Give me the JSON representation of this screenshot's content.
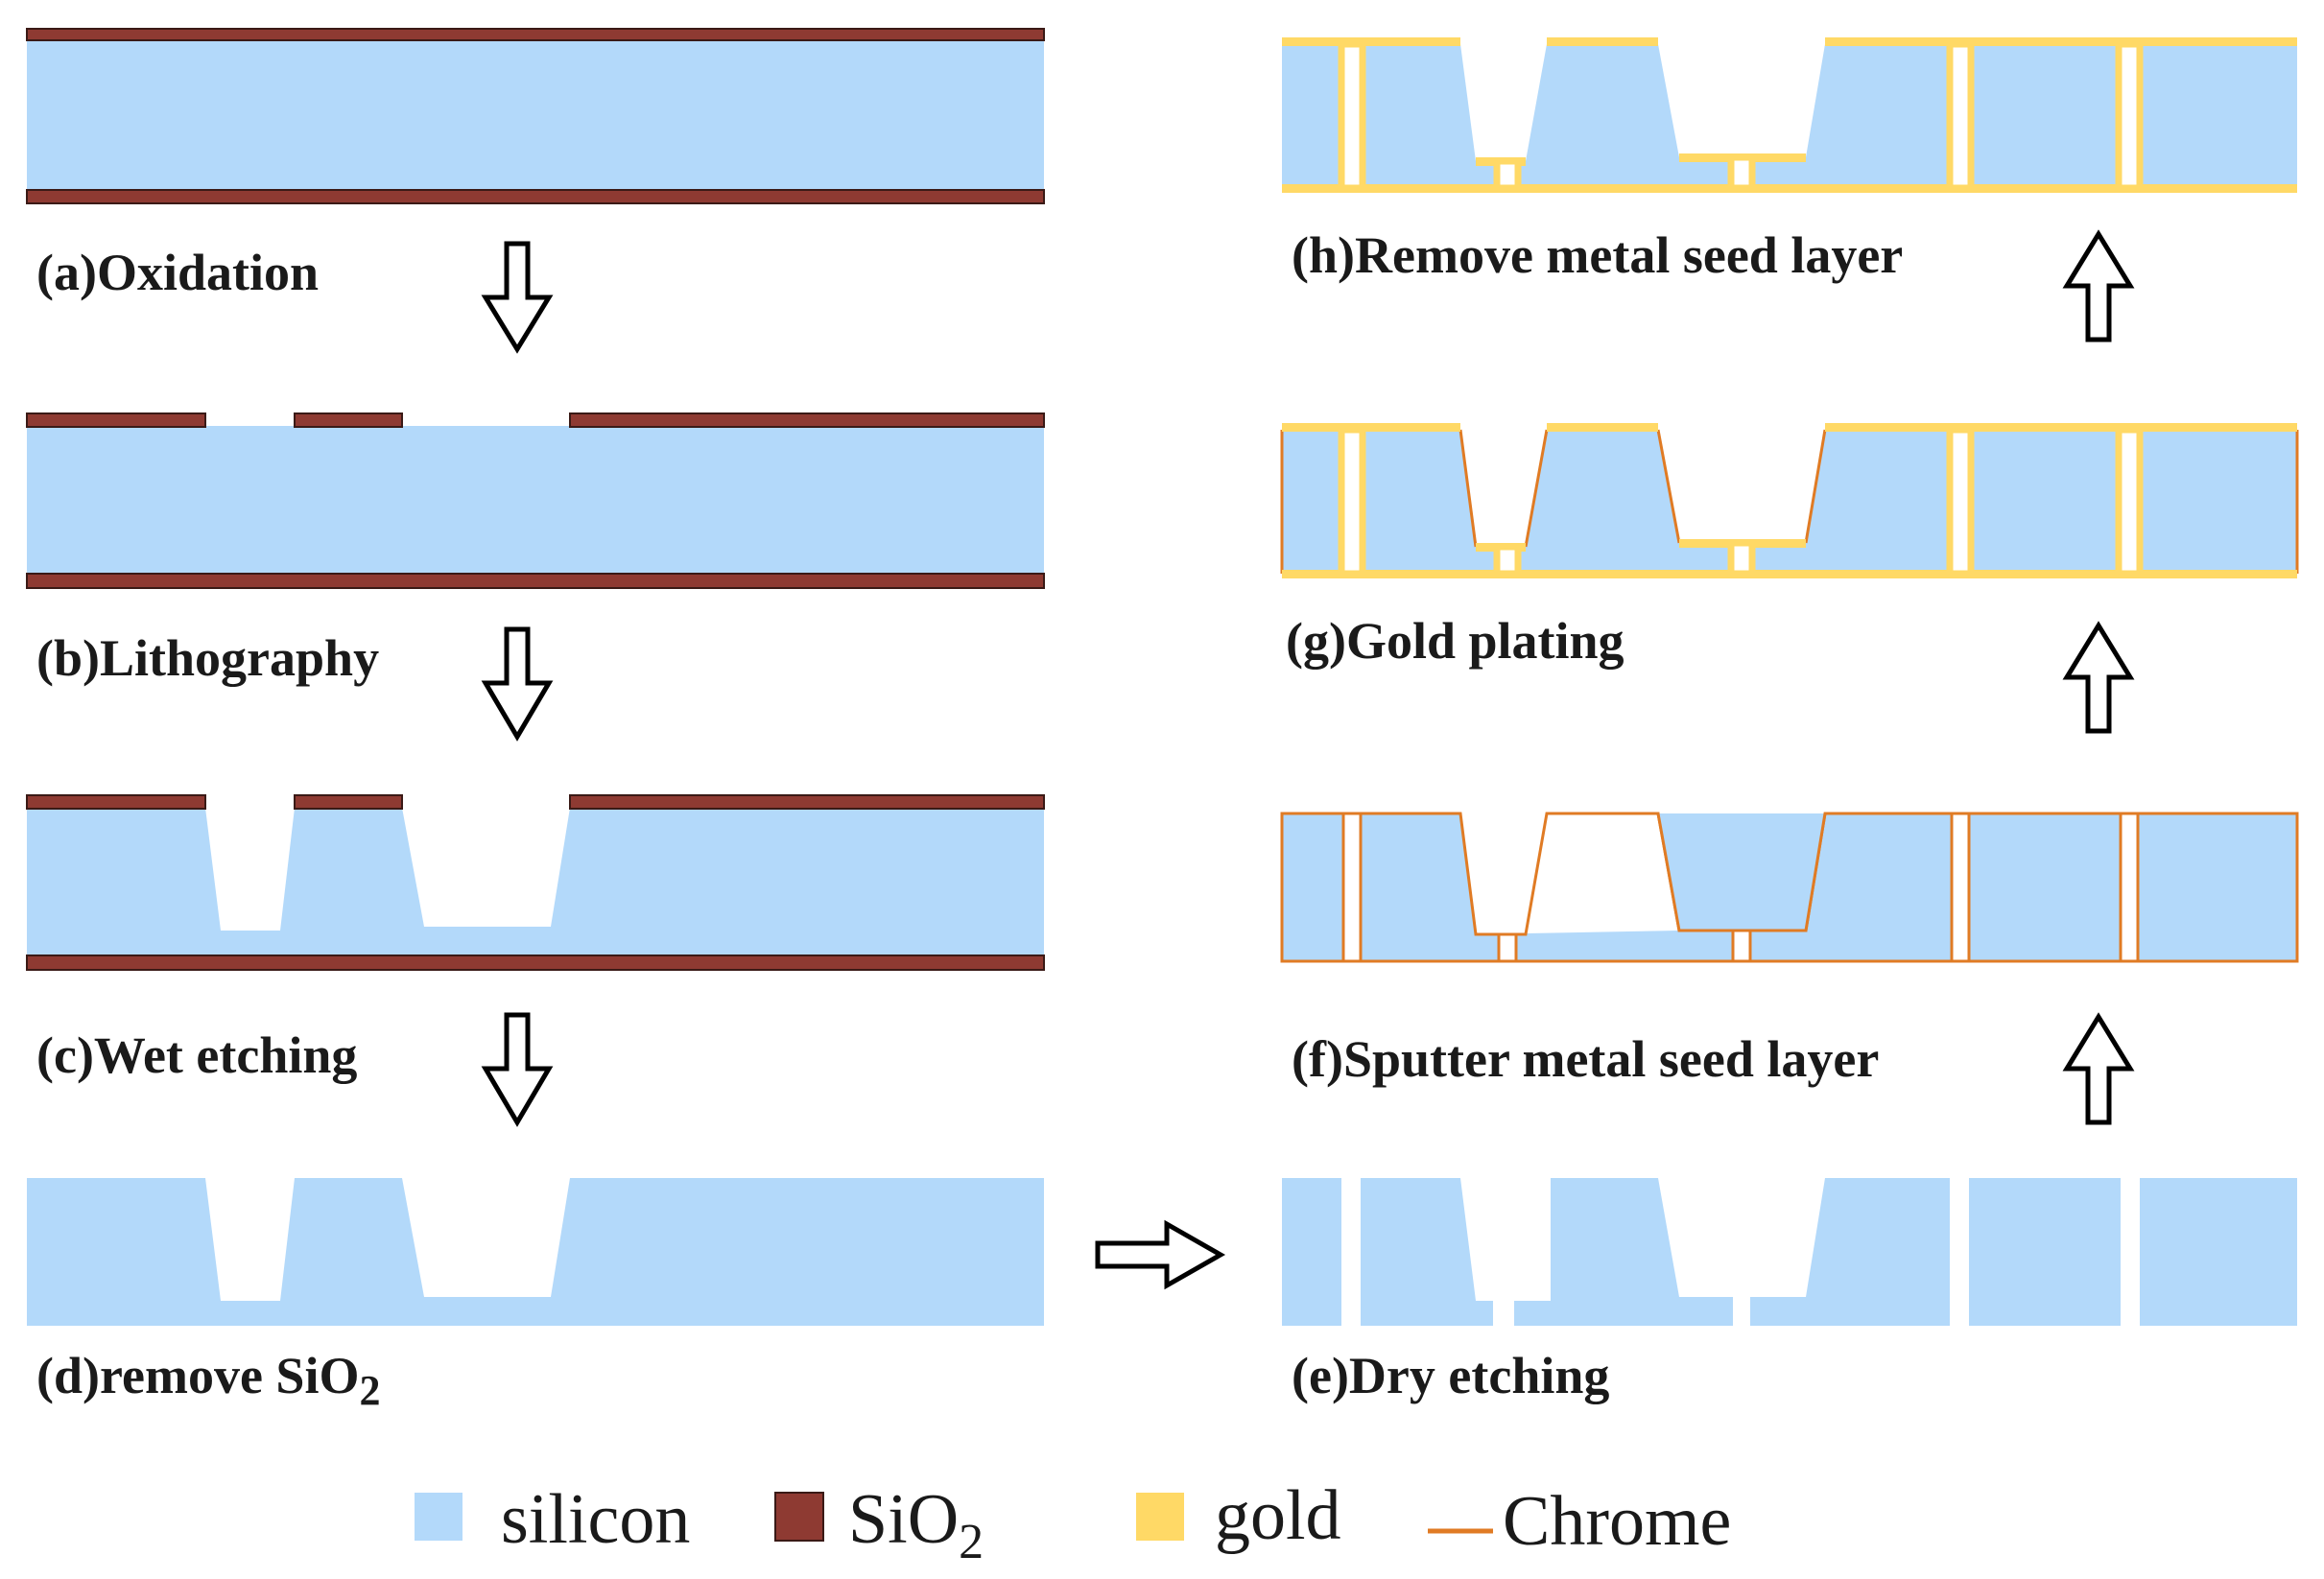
{
  "colors": {
    "silicon": "#b3d9fa",
    "sio2": "#8e3a32",
    "sio2_stroke": "#3a1a16",
    "gold": "#ffd966",
    "chrome": "#e07b24",
    "arrow": "#000000"
  },
  "steps": {
    "a": {
      "label": "(a)Oxidation"
    },
    "b": {
      "label": "(b)Lithography"
    },
    "c": {
      "label": "(c)Wet etching"
    },
    "d": {
      "label": "(d)remove SiO",
      "sub": "2"
    },
    "e": {
      "label": "(e)Dry etching"
    },
    "f": {
      "label": "(f)Sputter metal seed layer"
    },
    "g": {
      "label": "(g)Gold plating"
    },
    "h": {
      "label": "(h)Remove metal seed layer"
    }
  },
  "legend": [
    {
      "key": "silicon",
      "label": "silicon",
      "sub": "",
      "swatch": "square"
    },
    {
      "key": "sio2",
      "label": "SiO",
      "sub": "2",
      "swatch": "square"
    },
    {
      "key": "gold",
      "label": "gold",
      "sub": "",
      "swatch": "square"
    },
    {
      "key": "chrome",
      "label": "Chrome",
      "sub": "",
      "swatch": "line"
    }
  ]
}
